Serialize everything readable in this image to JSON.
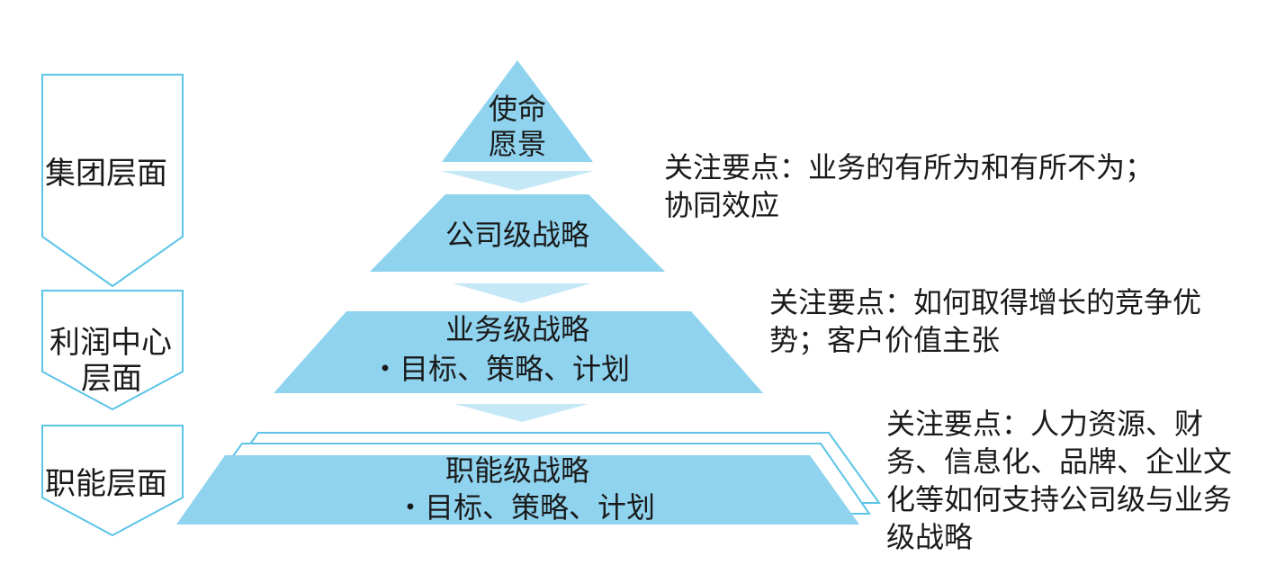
{
  "levels": [
    {
      "label": "集团层面"
    },
    {
      "label_line1": "利润中心",
      "label_line2": "层面"
    },
    {
      "label": "职能层面"
    }
  ],
  "pyramid": {
    "tier1": {
      "line1": "使命",
      "line2": "愿景"
    },
    "tier2": {
      "title": "公司级战略"
    },
    "tier3": {
      "title": "业务级战略",
      "subtitle": "・目标、策略、计划"
    },
    "tier4": {
      "title": "职能级战略",
      "subtitle": "・目标、策略、计划"
    }
  },
  "focus_notes": [
    {
      "text": "关注要点：业务的有所为和有所不为；协同效应"
    },
    {
      "text": "关注要点：如何取得增长的竞争优势；客户价值主张"
    },
    {
      "text": "关注要点：人力资源、财务、信息化、品牌、企业文化等如何支持公司级与业务级战略"
    }
  ],
  "colors": {
    "tier_fill": "#8fd3ef",
    "connector_fill": "#c4e8f6",
    "outline": "#5bc4e8",
    "text": "#1a1a1a"
  }
}
